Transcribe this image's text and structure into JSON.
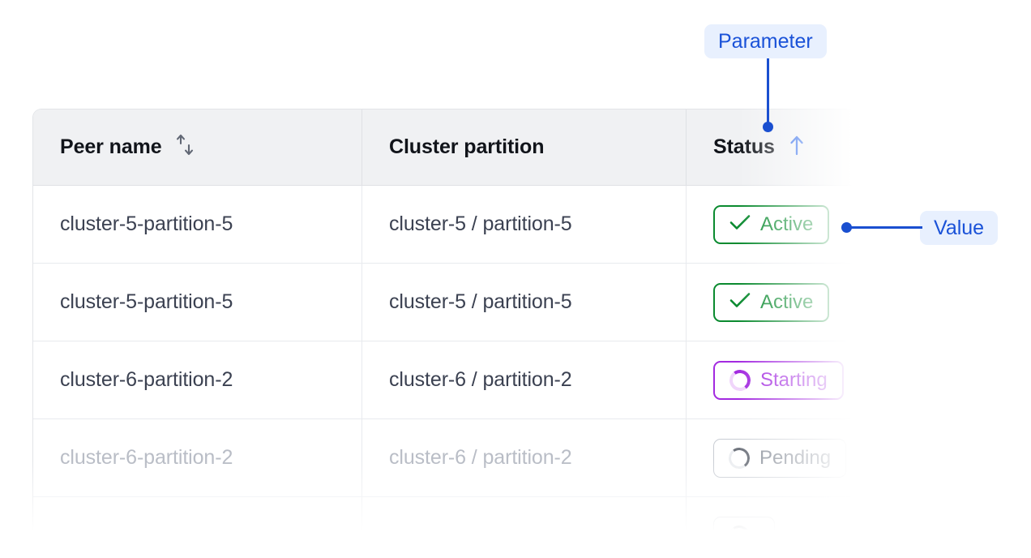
{
  "table": {
    "columns": [
      {
        "label": "Peer name",
        "sort_icon": "sort-updown-icon",
        "sort_state": "none"
      },
      {
        "label": "Cluster partition",
        "sort_icon": null,
        "sort_state": "none"
      },
      {
        "label": "Status",
        "sort_icon": "arrow-up-icon",
        "sort_state": "ascending"
      }
    ],
    "rows": [
      {
        "peer_name": "cluster-5-partition-5",
        "cluster_partition": "cluster-5 / partition-5",
        "status": "Active",
        "status_kind": "active",
        "status_icon": "check-icon",
        "muted": false
      },
      {
        "peer_name": "cluster-5-partition-5",
        "cluster_partition": "cluster-5 / partition-5",
        "status": "Active",
        "status_kind": "active",
        "status_icon": "check-icon",
        "muted": false
      },
      {
        "peer_name": "cluster-6-partition-2",
        "cluster_partition": "cluster-6 / partition-2",
        "status": "Starting",
        "status_kind": "starting",
        "status_icon": "spinner-icon",
        "muted": false
      },
      {
        "peer_name": "cluster-6-partition-2",
        "cluster_partition": "cluster-6 / partition-2",
        "status": "Pending",
        "status_kind": "pending",
        "status_icon": "spinner-icon",
        "muted": true
      },
      {
        "peer_name": "",
        "cluster_partition": "",
        "status": "",
        "status_kind": "pending",
        "status_icon": "spinner-icon",
        "muted": true
      }
    ]
  },
  "annotations": [
    {
      "label": "Parameter",
      "target": "status-column-header"
    },
    {
      "label": "Value",
      "target": "status-badge-row-1"
    }
  ],
  "colors": {
    "accent_blue": "#1a4fd0",
    "annotation_pill_bg": "#e8f0fe",
    "active_green": "#0a8a2f",
    "starting_purple": "#a32ae0",
    "pending_gray": "#8e949e",
    "header_bg": "#f0f1f3",
    "text_primary": "#3b4151",
    "text_muted": "#b9bdc6",
    "border": "#e2e4e8"
  }
}
